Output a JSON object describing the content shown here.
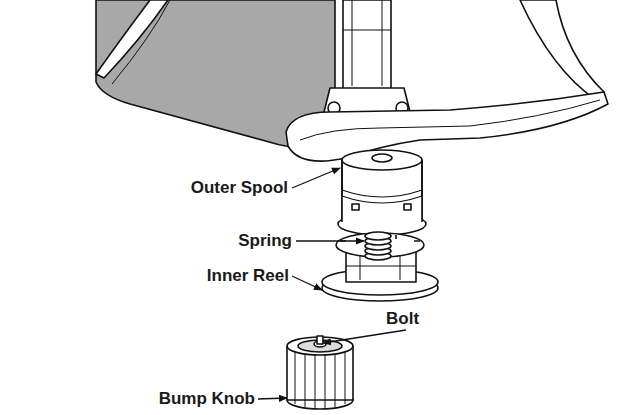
{
  "diagram": {
    "labels": [
      "Outer Spool",
      "Spring",
      "Inner Reel",
      "Bolt",
      "Bump Knob"
    ]
  }
}
